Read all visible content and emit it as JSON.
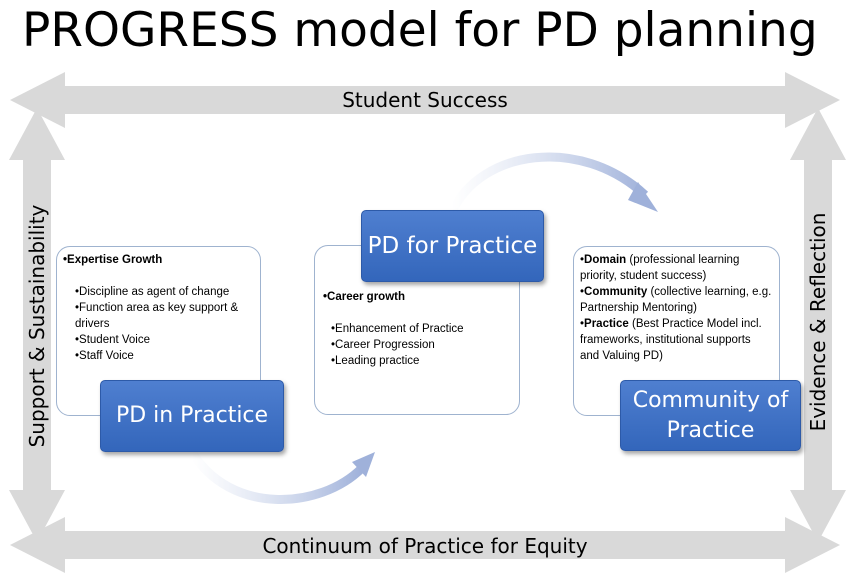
{
  "title": "PROGRESS model for PD planning",
  "frame": {
    "top": "Student Success",
    "bottom": "Continuum of Practice for Equity",
    "left": "Support & Sustainability",
    "right": "Evidence & Reflection"
  },
  "pd_in_practice": {
    "label": "PD in Practice",
    "heading": "Expertise Growth",
    "items": [
      "Discipline as agent of change",
      "Function area as key support & drivers",
      "Student Voice",
      "Staff Voice"
    ]
  },
  "pd_for_practice": {
    "label": "PD for Practice",
    "heading": "Career growth",
    "items": [
      "Enhancement of Practice",
      "Career Progression",
      "Leading practice"
    ]
  },
  "community": {
    "label": "Community of Practice",
    "items": [
      {
        "bold": "Domain",
        "rest": " (professional learning priority, student success)"
      },
      {
        "bold": "Community",
        "rest": " (collective learning, e.g. Partnership Mentoring)"
      },
      {
        "bold": "Practice",
        "rest": " (Best Practice Model incl. frameworks, institutional supports and Valuing PD)"
      }
    ]
  },
  "colors": {
    "box": "#3f6fc4",
    "frame_arrow": "#d9d9d9",
    "curve_arrow": "#a9b8dc"
  }
}
